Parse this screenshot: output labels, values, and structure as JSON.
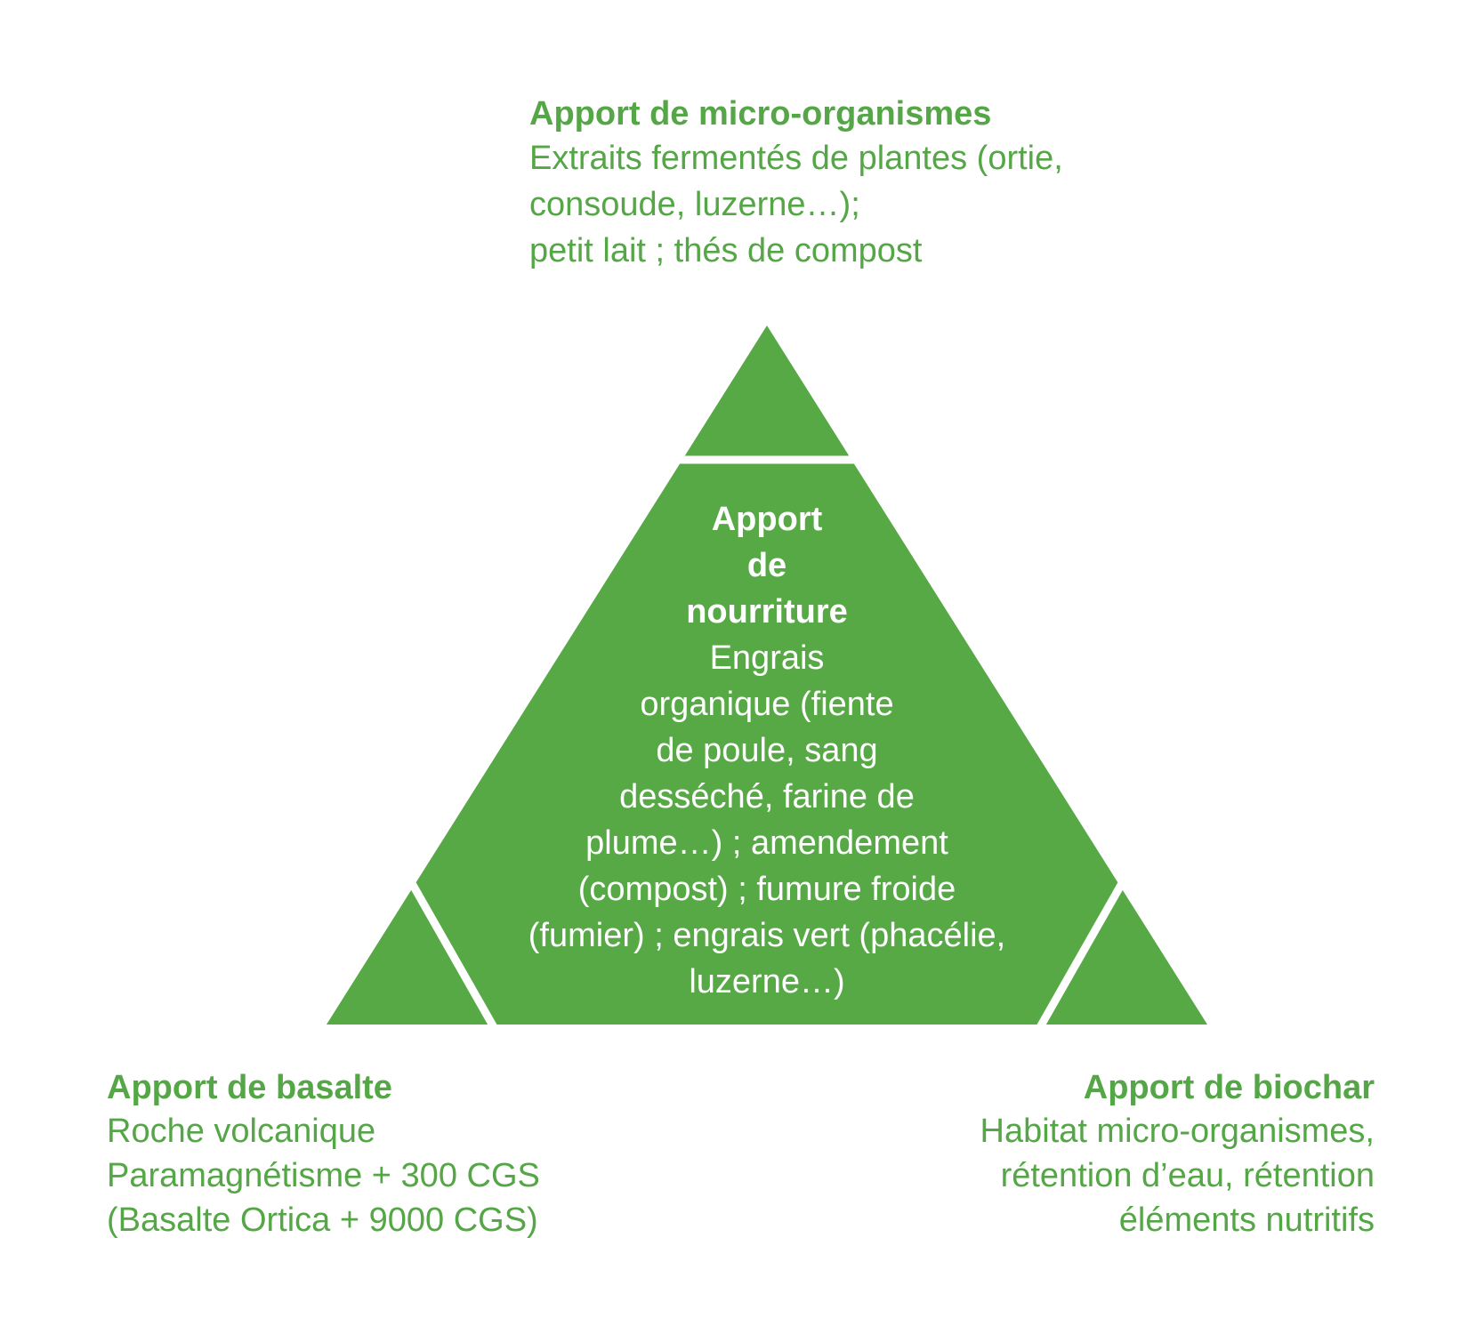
{
  "diagram": {
    "top_left": {
      "heading": "Apport de micro-organismes",
      "body": "Extraits fermentés de plantes (ortie,\nconsoude, luzerne…);\npetit lait ; thés de compost"
    },
    "triangle": {
      "heading": "Apport\nde\nnourriture",
      "body": "Engrais\norganique (fiente\nde poule, sang\ndesséché, farine de\nplume…) ; amendement\n(compost) ; fumure froide\n(fumier) ; engrais vert (phacélie,\nluzerne…)"
    },
    "bottom_left": {
      "heading": "Apport de basalte",
      "body": "Roche volcanique\nParamagnétisme + 300 CGS\n(Basalte Ortica + 9000 CGS)"
    },
    "bottom_right": {
      "heading": "Apport de biochar",
      "body": "Habitat micro-organismes,\nrétention d’eau, rétention\néléments nutritifs"
    },
    "colors": {
      "triangle_green": "#57a946",
      "text_green": "#55a646",
      "text_on_triangle": "#ffffff",
      "divider_white": "#ffffff"
    }
  }
}
